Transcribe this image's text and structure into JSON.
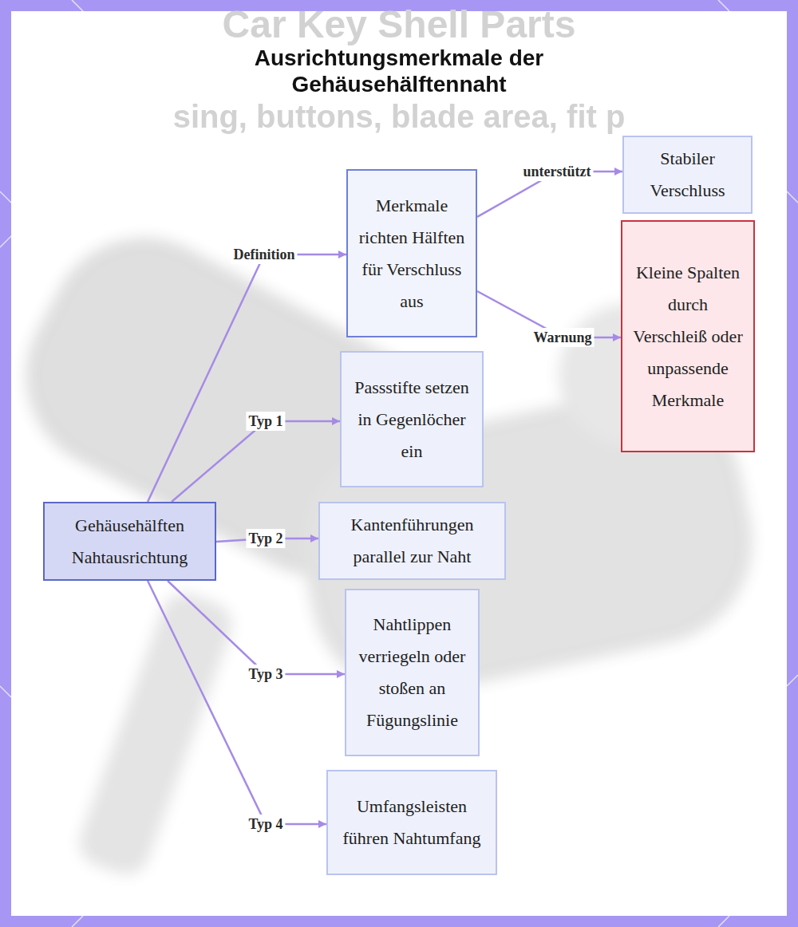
{
  "diagram": {
    "title": "Ausrichtungsmerkmale der Gehäusehälftennaht",
    "nodes": [
      {
        "text": [
          "Gehäusehälften Nahtausrichtung"
        ]
      },
      {
        "text": [
          "Merkmale richten Hälften für Verschluss aus"
        ]
      },
      {
        "text": [
          "Stabiler Verschluss"
        ]
      },
      {
        "text": [
          "Kleine Spalten durch Verschleiß oder unpassende Merkmale"
        ]
      },
      {
        "text": [
          "Passstifte setzen in Gegenlöcher ein"
        ]
      },
      {
        "text": [
          "Kantenführungen parallel zur Naht"
        ]
      },
      {
        "text": [
          "Nahtlippen verriegeln oder stoßen an Fügungslinie"
        ]
      },
      {
        "text": [
          "Umfangsleisten führen Nahtumfang"
        ]
      }
    ],
    "edges": [
      {
        "from": 0,
        "to": 1,
        "label": "Definition",
        "arrow": "to"
      },
      {
        "from": 1,
        "to": 2,
        "label": "unterstützt",
        "arrow": "to"
      },
      {
        "from": 1,
        "to": 3,
        "label": "Warnung",
        "arrow": "to"
      },
      {
        "from": 0,
        "to": 4,
        "label": "Typ 1",
        "arrow": "to"
      },
      {
        "from": 0,
        "to": 5,
        "label": "Typ 2",
        "arrow": "to"
      },
      {
        "from": 0,
        "to": 6,
        "label": "Typ 3",
        "arrow": "to"
      },
      {
        "from": 0,
        "to": 7,
        "label": "Typ 4",
        "arrow": "to"
      }
    ],
    "labels": [
      "Car Key Shell Parts",
      "sing, buttons, blade area, fit p"
    ]
  }
}
